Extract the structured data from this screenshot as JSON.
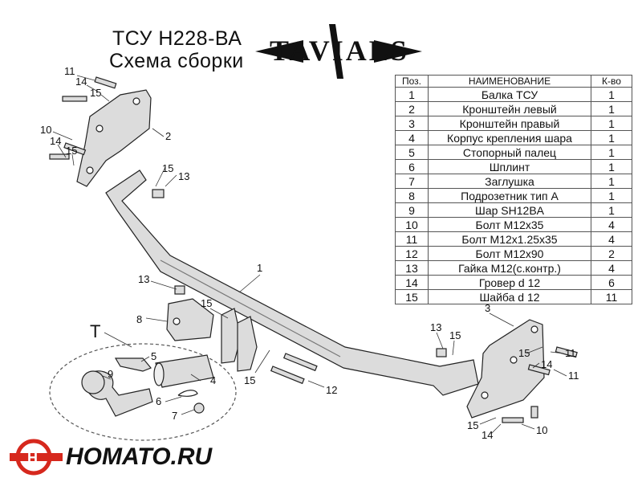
{
  "header": {
    "title_line1": "ТСУ  Н228-ВА",
    "title_line2": "Схема сборки"
  },
  "logo": {
    "text": "TAVIALS"
  },
  "table": {
    "headers": [
      "Поз.",
      "НАИМЕНОВАНИЕ",
      "К-во"
    ],
    "rows": [
      [
        "1",
        "Балка ТСУ",
        "1"
      ],
      [
        "2",
        "Кронштейн левый",
        "1"
      ],
      [
        "3",
        "Кронштейн правый",
        "1"
      ],
      [
        "4",
        "Корпус крепления шара",
        "1"
      ],
      [
        "5",
        "Стопорный палец",
        "1"
      ],
      [
        "6",
        "Шплинт",
        "1"
      ],
      [
        "7",
        "Заглушка",
        "1"
      ],
      [
        "8",
        "Подрозетник тип А",
        "1"
      ],
      [
        "9",
        "Шар SH12BA",
        "1"
      ],
      [
        "10",
        "Болт М12х35",
        "4"
      ],
      [
        "11",
        "Болт М12х1.25х35",
        "4"
      ],
      [
        "12",
        "Болт М12х90",
        "2"
      ],
      [
        "13",
        "Гайка М12(с.контр.)",
        "4"
      ],
      [
        "14",
        "Гровер d 12",
        "6"
      ],
      [
        "15",
        "Шайба d 12",
        "11"
      ]
    ]
  },
  "callouts": {
    "c11a": "11",
    "c14a": "14",
    "c15a": "15",
    "c2": "2",
    "c10a": "10",
    "c14b": "14",
    "c15b": "15",
    "c15c": "15",
    "c13a": "13",
    "c1": "1",
    "c13b": "13",
    "c15d": "15",
    "c8": "8",
    "c15e": "15",
    "c12": "12",
    "cT": "T",
    "c5": "5",
    "c9": "9",
    "c4": "4",
    "c6": "6",
    "c7": "7",
    "c13c": "13",
    "c15f": "15",
    "c3": "3",
    "c15g": "15",
    "c11b": "11",
    "c14c": "14",
    "c11c": "11",
    "c15h": "15",
    "c14d": "14",
    "c10b": "10"
  },
  "brand": {
    "text": "HOMATO.RU"
  },
  "colors": {
    "part_fill": "#dcdcdc",
    "part_stroke": "#222222",
    "brand_red": "#d6281d"
  }
}
